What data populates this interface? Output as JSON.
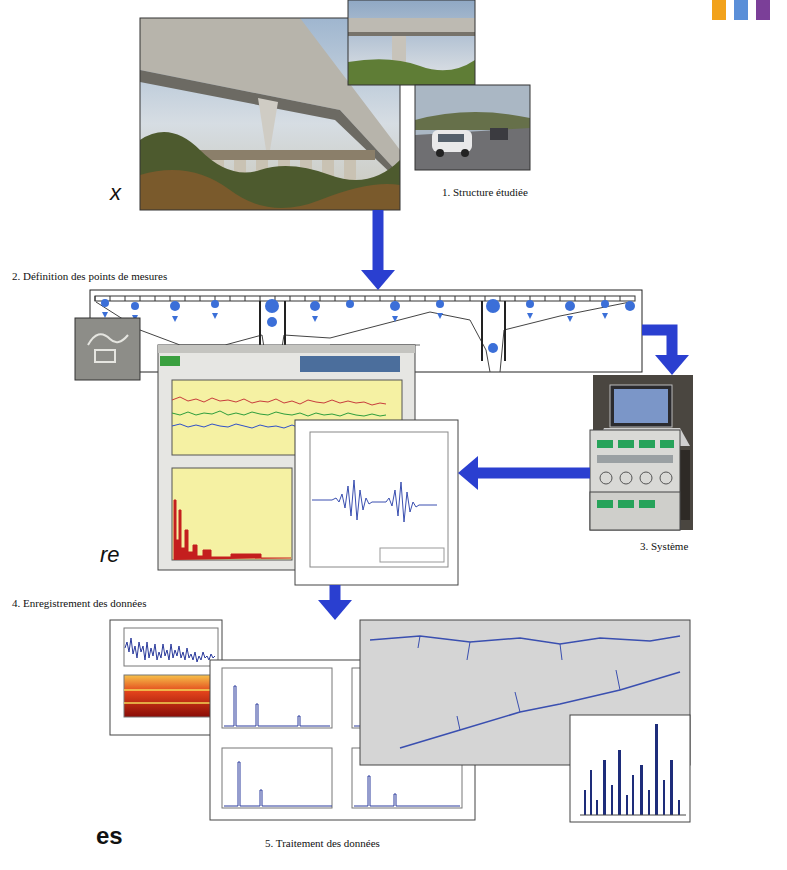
{
  "diagram": {
    "nodes": [
      {
        "text": [
          "1. Structure étudiée"
        ]
      },
      {
        "text": [
          "2. Définition des points de mesures"
        ]
      },
      {
        "text": [
          "3. Système"
        ]
      },
      {
        "text": [
          "4. Enregistrement des données"
        ]
      },
      {
        "text": [
          "5. Traitement des données"
        ]
      }
    ],
    "edges": [
      {
        "from": 0,
        "to": 1,
        "arrow": "to"
      },
      {
        "from": 1,
        "to": 2,
        "arrow": "to"
      },
      {
        "from": 2,
        "to": 3,
        "arrow": "to"
      },
      {
        "from": 3,
        "to": 4,
        "arrow": "to"
      }
    ],
    "labels": [
      "x",
      "re",
      "es"
    ]
  }
}
